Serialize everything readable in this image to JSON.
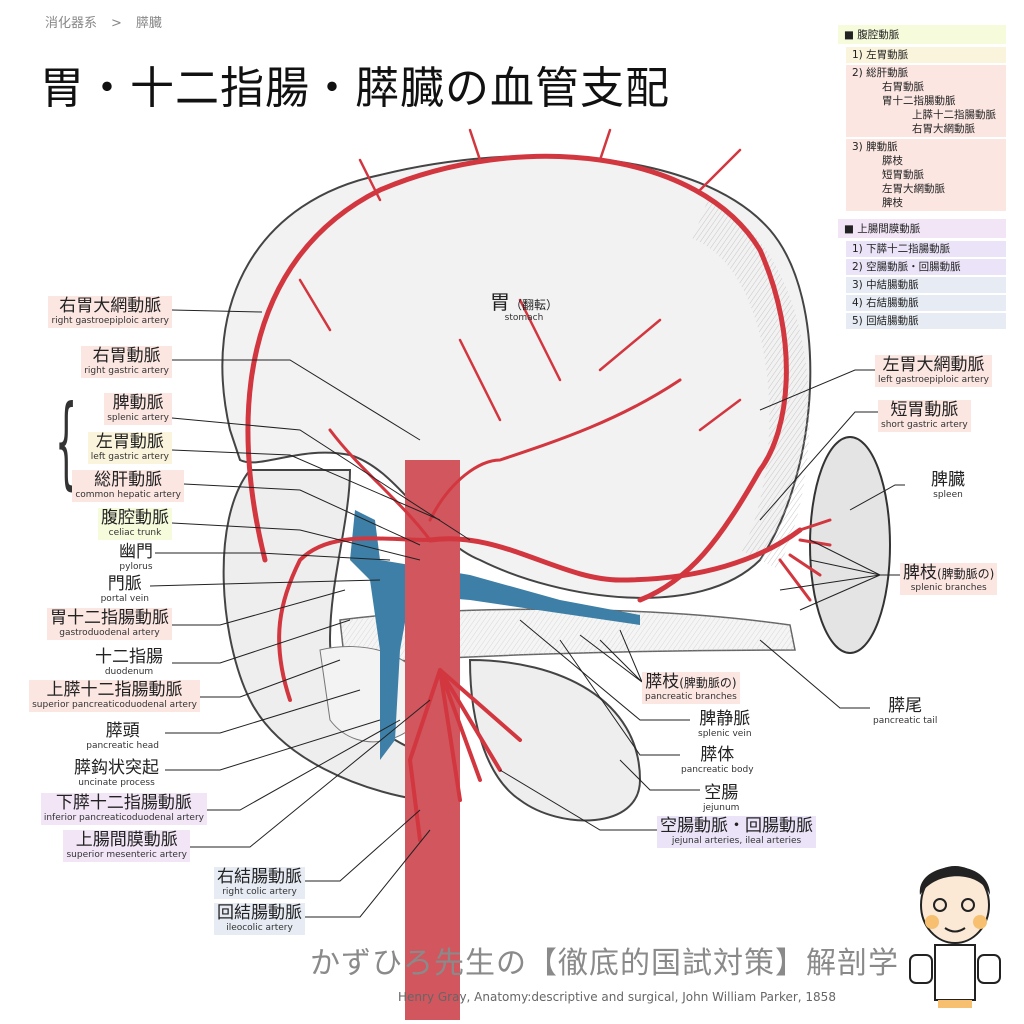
{
  "breadcrumb": {
    "parent": "消化器系",
    "sep": ">",
    "current": "膵臓"
  },
  "title": "胃・十二指腸・膵臓の血管支配",
  "colors": {
    "artery": "#d2363f",
    "vein": "#3d7fa6",
    "organ_line": "#555555"
  },
  "stomach": {
    "jp": "胃",
    "note": "（翻転）",
    "en": "stomach"
  },
  "labels_left": [
    {
      "jp": "右胃大網動脈",
      "en": "right gastroepiploic artery"
    },
    {
      "jp": "右胃動脈",
      "en": "right gastric artery"
    },
    {
      "jp": "脾動脈",
      "en": "splenic artery"
    },
    {
      "jp": "左胃動脈",
      "en": "left gastric artery"
    },
    {
      "jp": "総肝動脈",
      "en": "common hepatic artery"
    },
    {
      "jp": "腹腔動脈",
      "en": "celiac trunk"
    },
    {
      "jp": "幽門",
      "en": "pylorus"
    },
    {
      "jp": "門脈",
      "en": "portal vein"
    },
    {
      "jp": "胃十二指腸動脈",
      "en": "gastroduodenal artery"
    },
    {
      "jp": "十二指腸",
      "en": "duodenum"
    },
    {
      "jp": "上膵十二指腸動脈",
      "en": "superior pancreaticoduodenal artery"
    },
    {
      "jp": "膵頭",
      "en": "pancreatic head"
    },
    {
      "jp": "膵鈎状突起",
      "en": "uncinate process"
    },
    {
      "jp": "下膵十二指腸動脈",
      "en": "inferior pancreaticoduodenal artery"
    },
    {
      "jp": "上腸間膜動脈",
      "en": "superior mesenteric artery"
    },
    {
      "jp": "右結腸動脈",
      "en": "right colic artery"
    },
    {
      "jp": "回結腸動脈",
      "en": "ileocolic artery"
    }
  ],
  "labels_right": [
    {
      "jp": "左胃大網動脈",
      "en": "left gastroepiploic artery"
    },
    {
      "jp": "短胃動脈",
      "en": "short gastric artery"
    },
    {
      "jp": "脾臓",
      "en": "spleen"
    },
    {
      "jp": "脾枝",
      "note": "(脾動脈の)",
      "en": "splenic branches"
    },
    {
      "jp": "膵尾",
      "en": "pancreatic tail"
    },
    {
      "jp": "膵枝",
      "note": "(脾動脈の)",
      "en": "pancreatic branches"
    },
    {
      "jp": "脾静脈",
      "en": "splenic vein"
    },
    {
      "jp": "膵体",
      "en": "pancreatic body"
    },
    {
      "jp": "空腸",
      "en": "jejunum"
    },
    {
      "jp": "空腸動脈・回腸動脈",
      "en": "jejunal arteries, ileal arteries"
    }
  ],
  "legend": {
    "celiac": {
      "header": "■ 腹腔動脈",
      "items": [
        "1) 左胃動脈",
        "2) 総肝動脈",
        "右胃動脈",
        "胃十二指腸動脈",
        "上膵十二指腸動脈",
        "右胃大網動脈",
        "3) 脾動脈",
        "膵枝",
        "短胃動脈",
        "左胃大網動脈",
        "脾枝"
      ]
    },
    "sma": {
      "header": "■ 上腸間膜動脈",
      "items": [
        "1) 下膵十二指腸動脈",
        "2) 空腸動脈・回腸動脈",
        "3) 中結腸動脈",
        "4) 右結腸動脈",
        "5) 回結腸動脈"
      ]
    }
  },
  "brand": "かずひろ先生の【徹底的国試対策】解剖学",
  "credit": "Henry Gray, Anatomy:descriptive and surgical, John William Parker, 1858"
}
